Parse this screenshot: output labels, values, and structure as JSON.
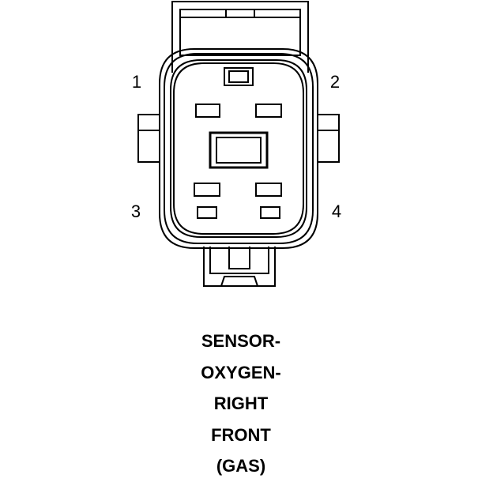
{
  "pin_labels": {
    "pin1": "1",
    "pin2": "2",
    "pin3": "3",
    "pin4": "4"
  },
  "caption": {
    "lines": [
      "SENSOR-",
      "OXYGEN-",
      "RIGHT",
      "FRONT",
      "(GAS)"
    ]
  },
  "colors": {
    "stroke": "#000000",
    "background": "#ffffff"
  }
}
